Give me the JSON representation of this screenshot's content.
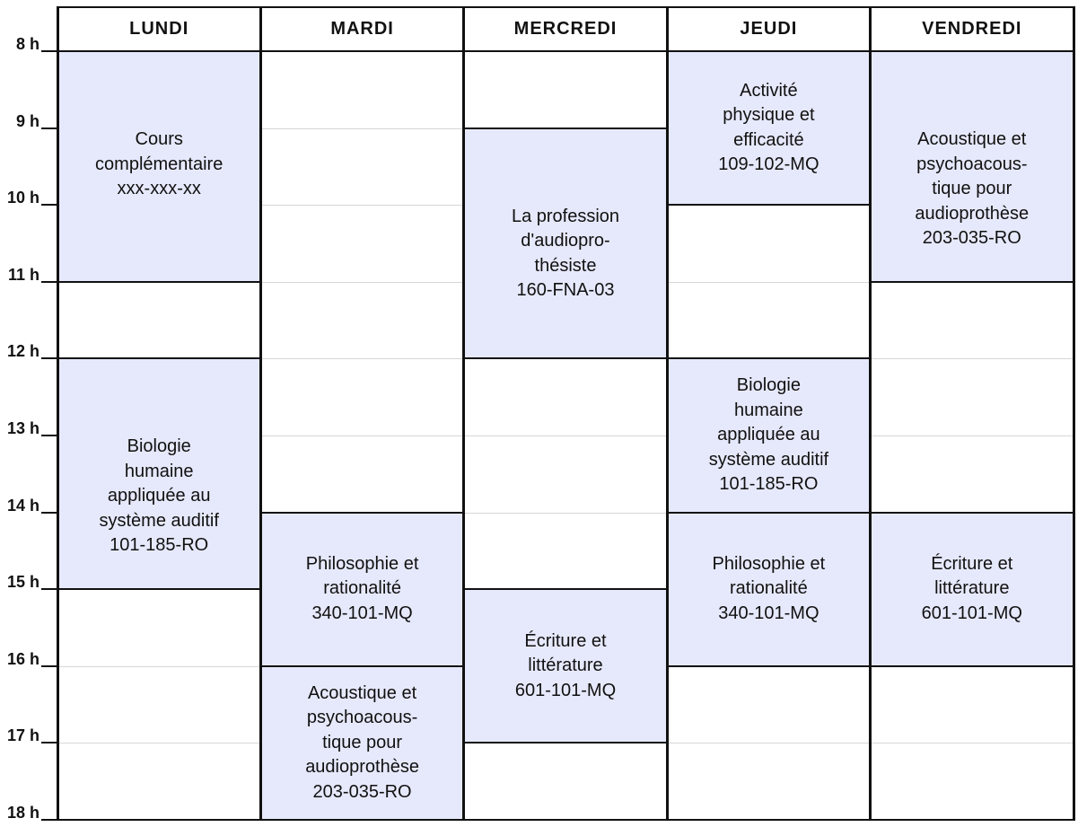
{
  "days": [
    "LUNDI",
    "MARDI",
    "MERCREDI",
    "JEUDI",
    "VENDREDI"
  ],
  "hours": [
    "8 h",
    "9 h",
    "10 h",
    "11 h",
    "12 h",
    "13 h",
    "14 h",
    "15 h",
    "16 h",
    "17 h",
    "18 h"
  ],
  "courses": [
    {
      "day": 0,
      "start": 8,
      "end": 11,
      "text": "Cours\ncomplémentaire\nxxx-xxx-xx",
      "valign": "top"
    },
    {
      "day": 0,
      "start": 12,
      "end": 15,
      "text": "Biologie\nhumaine\nappliquée au\nsystème auditif\n101-185-RO",
      "valign": "top"
    },
    {
      "day": 1,
      "start": 14,
      "end": 16,
      "text": "Philosophie et\nrationalité\n340-101-MQ",
      "valign": "center"
    },
    {
      "day": 1,
      "start": 16,
      "end": 18,
      "text": "Acoustique et\npsychoacous-\ntique pour\naudioprothèse\n203-035-RO",
      "valign": "center"
    },
    {
      "day": 2,
      "start": 9,
      "end": 12,
      "text": "La profession\nd'audiopro-\nthésiste\n160-FNA-03",
      "valign": "top"
    },
    {
      "day": 2,
      "start": 15,
      "end": 17,
      "text": "Écriture et\nlittérature\n601-101-MQ",
      "valign": "center"
    },
    {
      "day": 3,
      "start": 8,
      "end": 10,
      "text": "Activité\nphysique et\nefficacité\n109-102-MQ",
      "valign": "center"
    },
    {
      "day": 3,
      "start": 12,
      "end": 14,
      "text": "Biologie\nhumaine\nappliquée au\nsystème auditif\n101-185-RO",
      "valign": "center"
    },
    {
      "day": 3,
      "start": 14,
      "end": 16,
      "text": "Philosophie et\nrationalité\n340-101-MQ",
      "valign": "center"
    },
    {
      "day": 4,
      "start": 8,
      "end": 11,
      "text": "Acoustique et\npsychoacous-\ntique pour\naudioprothèse\n203-035-RO",
      "valign": "top"
    },
    {
      "day": 4,
      "start": 14,
      "end": 16,
      "text": "Écriture et\nlittérature\n601-101-MQ",
      "valign": "center"
    }
  ],
  "dividers": [
    {
      "day": 0,
      "hours": [
        11,
        12,
        15
      ]
    },
    {
      "day": 1,
      "hours": [
        14,
        16
      ]
    },
    {
      "day": 2,
      "hours": [
        9,
        12,
        15,
        17
      ]
    },
    {
      "day": 3,
      "hours": [
        10,
        12,
        14,
        16
      ]
    },
    {
      "day": 4,
      "hours": [
        11,
        14,
        16
      ]
    }
  ],
  "colors": {
    "course_fill": "#e6e9fb",
    "border": "#111111",
    "grid": "#d6d6d6"
  }
}
